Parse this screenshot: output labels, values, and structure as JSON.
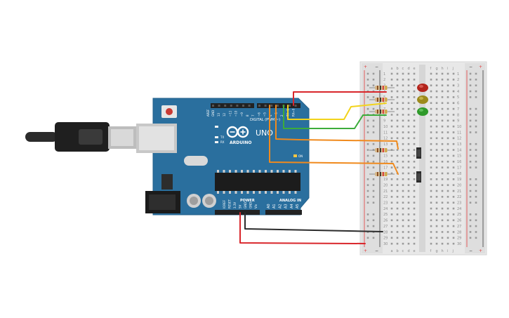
{
  "board": {
    "brand": "ARDUINO",
    "model": "UNO",
    "reset_label": "RESET",
    "digital_header": "DIGITAL (PWM ~)",
    "power_header": "POWER",
    "analog_header": "ANALOG IN",
    "on_label": "ON",
    "tx_label": "TX",
    "rx_label": "RX",
    "l_label": "L",
    "aref_label": "AREF",
    "gnd_label": "GND",
    "digital_pins": [
      "13",
      "12",
      "~11",
      "~10",
      "~9",
      "8",
      "7",
      "~6",
      "~5",
      "4",
      "~3",
      "2",
      "TX→1",
      "RX←0"
    ],
    "power_pins": [
      "IOREF",
      "RESET",
      "3.3V",
      "5V",
      "GND",
      "GND",
      "Vin"
    ],
    "analog_pins": [
      "A0",
      "A1",
      "A2",
      "A3",
      "A4",
      "A5"
    ]
  },
  "breadboard": {
    "plus": "+",
    "minus": "−",
    "left_columns": [
      "a",
      "b",
      "c",
      "d",
      "e"
    ],
    "right_columns": [
      "f",
      "g",
      "h",
      "i",
      "j"
    ],
    "row_count": 30
  },
  "components": {
    "leds": [
      "red",
      "yellow",
      "green"
    ],
    "resistor_count": 5,
    "pushbutton_count": 2
  },
  "colors": {
    "board": "#2a6f9e",
    "wire_red": "#d9262b",
    "wire_yellow": "#f2d31b",
    "wire_green": "#3cac3b",
    "wire_orange": "#f08a1d",
    "wire_black": "#2b2b2b",
    "led_red": "#b3241c",
    "led_yellow": "#9c8a1c",
    "led_green": "#2f9a2a"
  }
}
